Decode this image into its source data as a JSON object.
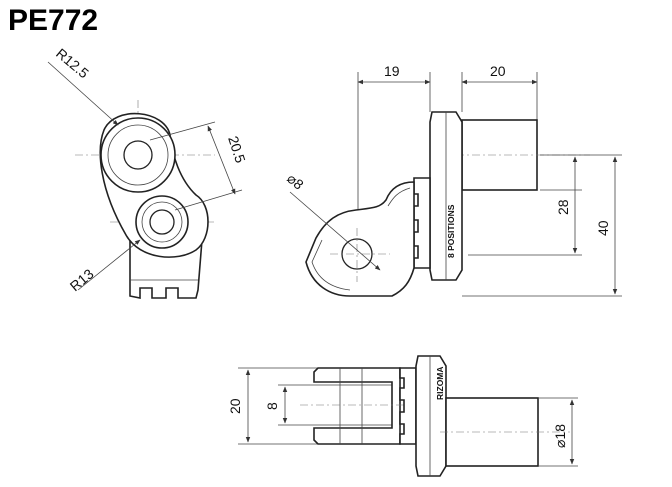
{
  "title": "PE772",
  "brand": "RIZOMA",
  "positions_label": "8 POSITIONS",
  "dimensions": {
    "r_top": "R12.5",
    "r_bottom": "R13",
    "hole_spacing": "20.5",
    "bore": "⌀8",
    "width_left": "19",
    "width_right": "20",
    "height_inner": "28",
    "height_outer": "40",
    "bottom_width": "20",
    "bottom_slot": "8",
    "shaft_diameter": "⌀18"
  }
}
